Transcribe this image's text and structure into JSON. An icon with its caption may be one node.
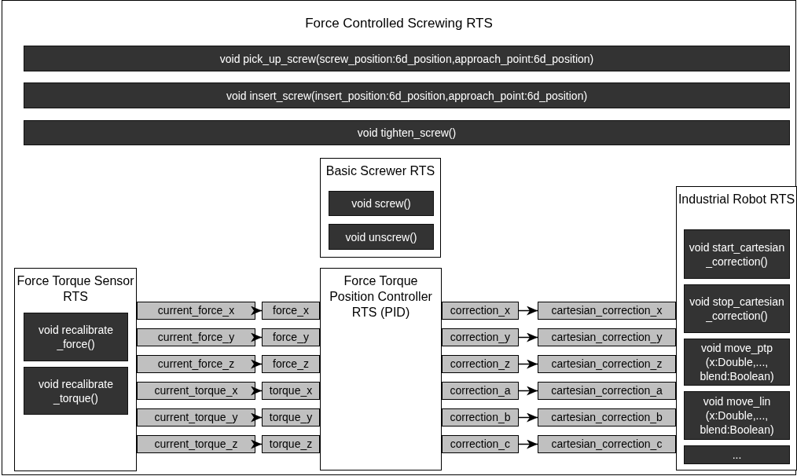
{
  "diagram": {
    "nodes": [
      {
        "text": [
          "Force Controlled Screwing RTS"
        ]
      },
      {
        "text": [
          "void pick_up_screw(screw_position:6d_position,approach_point:6d_position)"
        ],
        "in": 0
      },
      {
        "text": [
          "void insert_screw(insert_position:6d_position,approach_point:6d_position)"
        ],
        "in": 0
      },
      {
        "text": [
          "void tighten_screw()"
        ],
        "in": 0
      },
      {
        "text": [
          "Basic Screwer RTS"
        ],
        "in": 0
      },
      {
        "text": [
          "void screw()"
        ],
        "in": 4
      },
      {
        "text": [
          "void unscrew()"
        ],
        "in": 4
      },
      {
        "text": [
          "Force Torque Sensor RTS"
        ],
        "in": 0
      },
      {
        "text": [
          "void recalibrate _force()"
        ],
        "in": 7
      },
      {
        "text": [
          "void recalibrate _torque()"
        ],
        "in": 7
      },
      {
        "text": [
          "Force Torque Position Controller RTS (PID)"
        ],
        "in": 0
      },
      {
        "text": [
          "Industrial Robot RTS"
        ],
        "in": 0
      },
      {
        "text": [
          "void start_cartesian _correction()"
        ],
        "in": 11
      },
      {
        "text": [
          "void stop_cartesian _correction()"
        ],
        "in": 11
      },
      {
        "text": [
          "void move_ptp (x:Double,..., blend:Boolean)"
        ],
        "in": 11
      },
      {
        "text": [
          "void move_lin (x:Double,..., blend:Boolean)"
        ],
        "in": 11
      },
      {
        "text": [
          "..."
        ],
        "in": 11
      },
      {
        "text": [
          "current_force_x"
        ],
        "in": 0
      },
      {
        "text": [
          "current_force_y"
        ],
        "in": 0
      },
      {
        "text": [
          "current_force_z"
        ],
        "in": 0
      },
      {
        "text": [
          "current_torque_x"
        ],
        "in": 0
      },
      {
        "text": [
          "current_torque_y"
        ],
        "in": 0
      },
      {
        "text": [
          "current_torque_z"
        ],
        "in": 0
      },
      {
        "text": [
          "force_x"
        ],
        "in": 0
      },
      {
        "text": [
          "force_y"
        ],
        "in": 0
      },
      {
        "text": [
          "force_z"
        ],
        "in": 0
      },
      {
        "text": [
          "torque_x"
        ],
        "in": 0
      },
      {
        "text": [
          "torque_y"
        ],
        "in": 0
      },
      {
        "text": [
          "torque_z"
        ],
        "in": 0
      },
      {
        "text": [
          "correction_x"
        ],
        "in": 0
      },
      {
        "text": [
          "correction_y"
        ],
        "in": 0
      },
      {
        "text": [
          "correction_z"
        ],
        "in": 0
      },
      {
        "text": [
          "correction_a"
        ],
        "in": 0
      },
      {
        "text": [
          "correction_b"
        ],
        "in": 0
      },
      {
        "text": [
          "correction_c"
        ],
        "in": 0
      },
      {
        "text": [
          "cartesian_correction_x"
        ],
        "in": 0
      },
      {
        "text": [
          "cartesian_correction_y"
        ],
        "in": 0
      },
      {
        "text": [
          "cartesian_correction_z"
        ],
        "in": 0
      },
      {
        "text": [
          "cartesian_correction_a"
        ],
        "in": 0
      },
      {
        "text": [
          "cartesian_correction_b"
        ],
        "in": 0
      },
      {
        "text": [
          "cartesian_correction_c"
        ],
        "in": 0
      }
    ],
    "edges": [
      {
        "from": 17,
        "to": 23,
        "arrow": "to"
      },
      {
        "from": 18,
        "to": 24,
        "arrow": "to"
      },
      {
        "from": 19,
        "to": 25,
        "arrow": "to"
      },
      {
        "from": 20,
        "to": 26,
        "arrow": "to"
      },
      {
        "from": 21,
        "to": 27,
        "arrow": "to"
      },
      {
        "from": 22,
        "to": 28,
        "arrow": "to"
      },
      {
        "from": 29,
        "to": 35,
        "arrow": "to"
      },
      {
        "from": 30,
        "to": 36,
        "arrow": "to"
      },
      {
        "from": 31,
        "to": 37,
        "arrow": "to"
      },
      {
        "from": 32,
        "to": 38,
        "arrow": "to"
      },
      {
        "from": 33,
        "to": 39,
        "arrow": "to"
      },
      {
        "from": 34,
        "to": 40,
        "arrow": "to"
      }
    ]
  }
}
